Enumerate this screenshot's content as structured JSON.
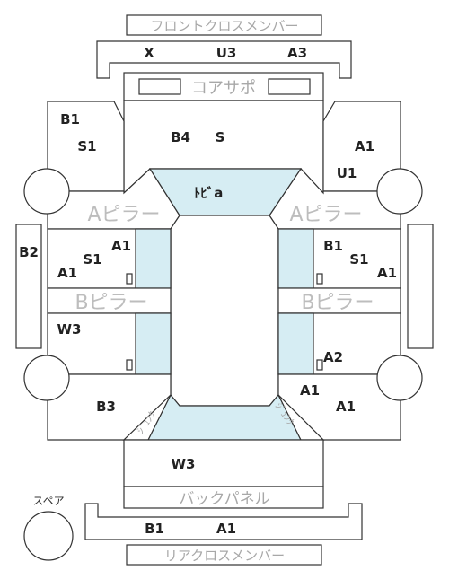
{
  "labels": {
    "front_cross_member": "フロントクロスメンバー",
    "core_support": "コアサポ",
    "a_pillar_left": "Aピラー",
    "a_pillar_right": "Aピラー",
    "b_pillar_left": "Bピラー",
    "b_pillar_right": "Bピラー",
    "back_panel": "バックパネル",
    "rear_cross_member": "リアクロスメンバー",
    "spare": "スペア",
    "trunk_left": "ｼﾞｭﾝｸ",
    "trunk_right": "ｼﾞｭﾝｸ",
    "door_center": "ﾄﾋﾞa"
  },
  "codes": {
    "front_x": "X",
    "front_u3": "U3",
    "front_a3": "A3",
    "fl_b1": "B1",
    "fl_s1": "S1",
    "hood_b4": "B4",
    "hood_s": "S",
    "fr_a1": "A1",
    "fr_u1": "U1",
    "side_b2": "B2",
    "lf_a1_top": "A1",
    "lf_s1": "S1",
    "lf_a1_bottom": "A1",
    "rf_b1": "B1",
    "rf_s1": "S1",
    "rf_a1": "A1",
    "lr_w3": "W3",
    "rr_a2": "A2",
    "rqr_a1_1": "A1",
    "rqr_a1_2": "A1",
    "lqr_b3": "B3",
    "trunk_w3": "W3",
    "rear_b1": "B1",
    "rear_a1": "A1"
  },
  "colors": {
    "glass": "#d6edf3",
    "outline": "#333333",
    "part_label": "#a8a8a8"
  }
}
